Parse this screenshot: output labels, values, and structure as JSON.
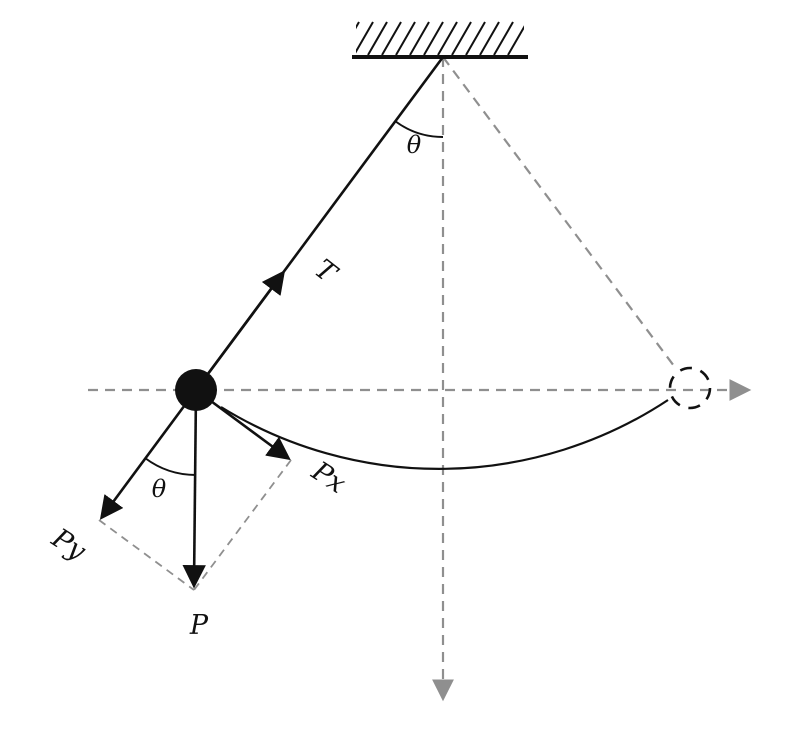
{
  "figure": {
    "labels": {
      "tension": "T",
      "angle_top": "θ",
      "angle_bob": "θ",
      "weight": "P",
      "weight_x": "Px",
      "weight_y": "Py"
    },
    "colors": {
      "ink": "#111111",
      "guide": "#8f8f8f",
      "background": "#ffffff"
    }
  }
}
